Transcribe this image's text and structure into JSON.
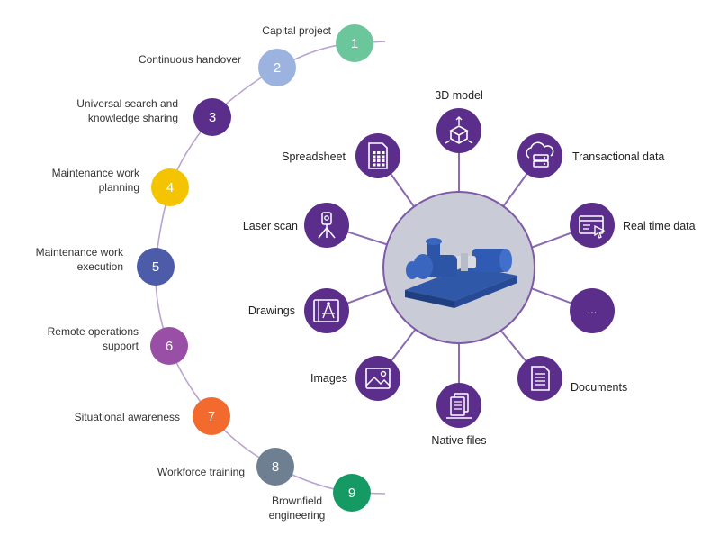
{
  "colors": {
    "purple": "#5b2e8c",
    "arc_line": "#b9a3cf",
    "spoke_line": "#8a6bb0",
    "center_fill": "#c9cbd6",
    "center_stroke": "#7f5aa8"
  },
  "steps": [
    {
      "number": "1",
      "label_lines": [
        "Capital project"
      ],
      "color": "#6cc69b"
    },
    {
      "number": "2",
      "label_lines": [
        "Continuous handover"
      ],
      "color": "#9cb3e0"
    },
    {
      "number": "3",
      "label_lines": [
        "Universal search and",
        "knowledge sharing"
      ],
      "color": "#5b2e8c"
    },
    {
      "number": "4",
      "label_lines": [
        "Maintenance work",
        "planning"
      ],
      "color": "#f5c400"
    },
    {
      "number": "5",
      "label_lines": [
        "Maintenance work",
        "execution"
      ],
      "color": "#4c5ca8"
    },
    {
      "number": "6",
      "label_lines": [
        "Remote operations",
        "support"
      ],
      "color": "#9a4fa6"
    },
    {
      "number": "7",
      "label_lines": [
        "Situational awareness"
      ],
      "color": "#f26a2e"
    },
    {
      "number": "8",
      "label_lines": [
        "Workforce training"
      ],
      "color": "#6e7f91"
    },
    {
      "number": "9",
      "label_lines": [
        "Brownfield",
        "engineering"
      ],
      "color": "#159a64"
    }
  ],
  "nodes": [
    {
      "label": "3D model",
      "icon": "cube-3d-icon"
    },
    {
      "label": "Transactional data",
      "icon": "cloud-database-icon"
    },
    {
      "label": "Real time data",
      "icon": "browser-window-icon"
    },
    {
      "label": "...",
      "icon": "ellipsis"
    },
    {
      "label": "Documents",
      "icon": "document-icon"
    },
    {
      "label": "Native files",
      "icon": "files-stack-icon"
    },
    {
      "label": "Images",
      "icon": "image-icon"
    },
    {
      "label": "Drawings",
      "icon": "blueprint-icon"
    },
    {
      "label": "Laser scan",
      "icon": "laser-scanner-icon"
    },
    {
      "label": "Spreadsheet",
      "icon": "spreadsheet-icon"
    }
  ],
  "center": {
    "icon": "industrial-pump-icon"
  }
}
